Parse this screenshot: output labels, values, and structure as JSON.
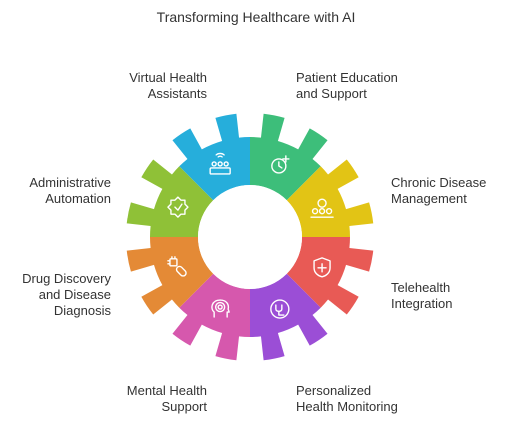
{
  "title": "Transforming Healthcare with AI",
  "segments": [
    {
      "id": "patient-education",
      "lines": [
        "Patient Education",
        "and Support"
      ],
      "color": "#3dbe7a",
      "icon": "clock-plus-icon"
    },
    {
      "id": "chronic-disease",
      "lines": [
        "Chronic Disease",
        "Management"
      ],
      "color": "#e2c415",
      "icon": "group-gear-icon"
    },
    {
      "id": "telehealth",
      "lines": [
        "Telehealth",
        "Integration"
      ],
      "color": "#e85a55",
      "icon": "shield-plus-icon"
    },
    {
      "id": "personalized-monitoring",
      "lines": [
        "Personalized",
        "Health Monitoring"
      ],
      "color": "#9b4ed6",
      "icon": "stethoscope-icon"
    },
    {
      "id": "mental-health",
      "lines": [
        "Mental Health",
        "Support"
      ],
      "color": "#d658ad",
      "icon": "head-flower-icon"
    },
    {
      "id": "drug-discovery",
      "lines": [
        "Drug Discovery",
        "and Disease",
        "Diagnosis"
      ],
      "color": "#e48a36",
      "icon": "chip-pill-icon"
    },
    {
      "id": "admin-automation",
      "lines": [
        "Administrative",
        "Automation"
      ],
      "color": "#8fc137",
      "icon": "gear-badge-icon"
    },
    {
      "id": "virtual-assistants",
      "lines": [
        "Virtual Health",
        "Assistants"
      ],
      "color": "#26aedb",
      "icon": "assistant-people-icon"
    }
  ]
}
